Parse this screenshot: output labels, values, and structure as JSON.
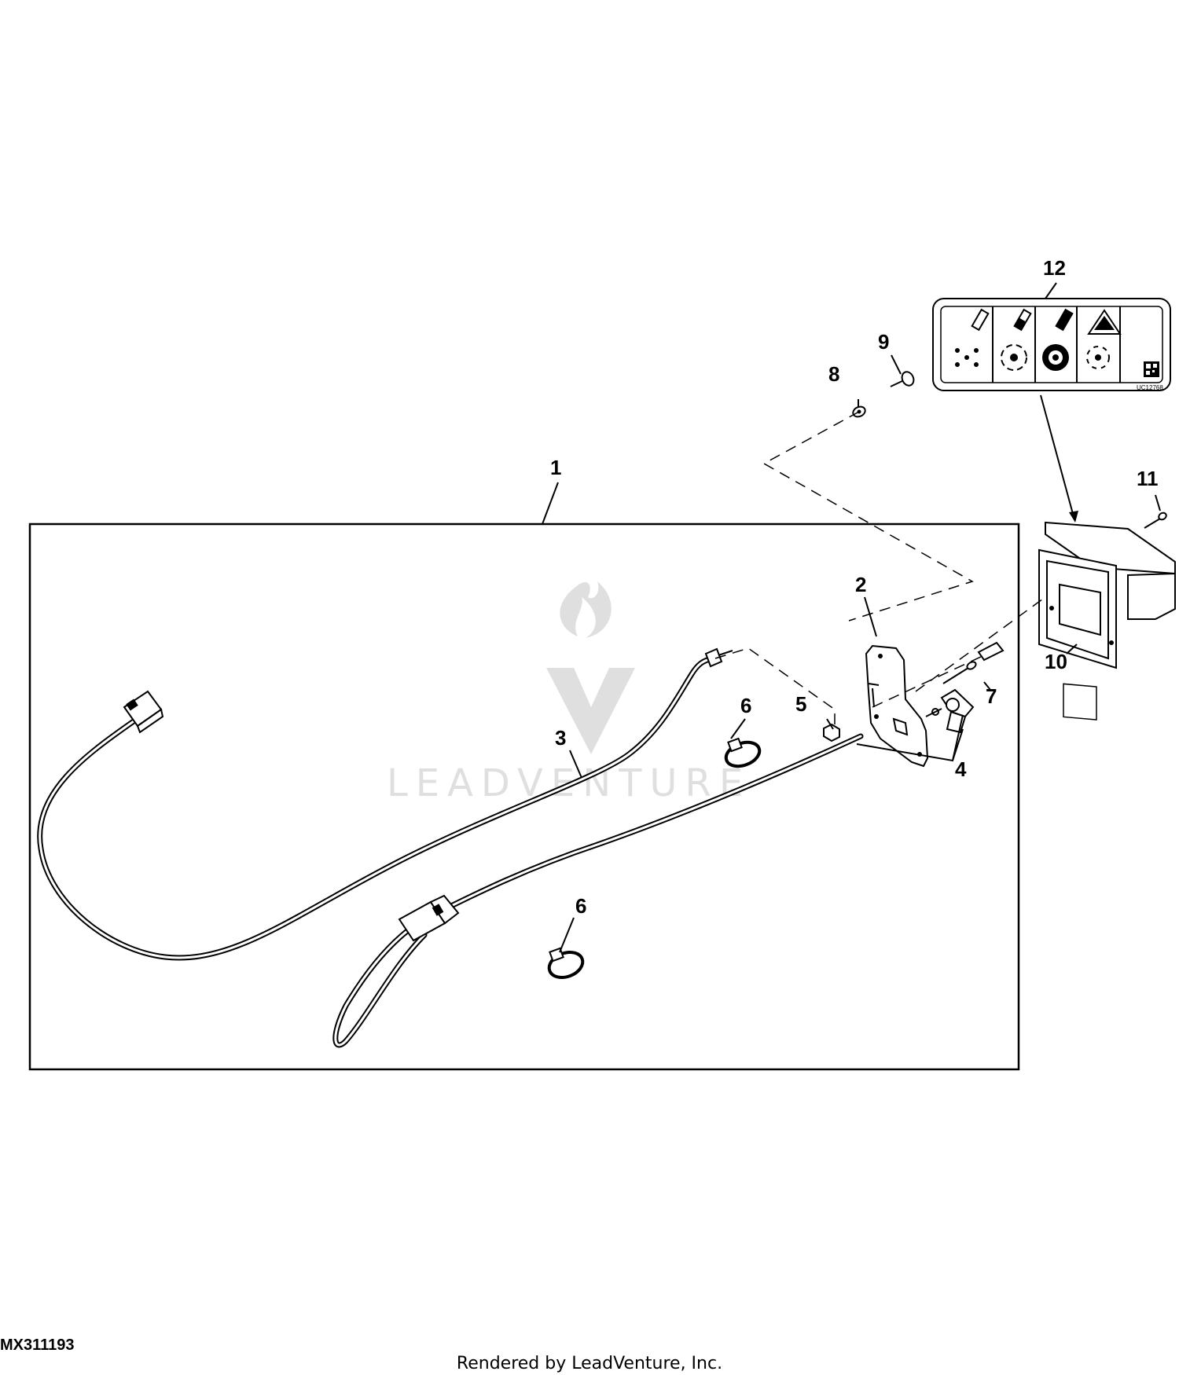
{
  "figure_id": "MX311193",
  "footer": "Rendered by LeadVenture, Inc.",
  "watermark": "LEADVENTURE",
  "decal_code": "UC12768",
  "callouts": {
    "c1": "1",
    "c2": "2",
    "c3": "3",
    "c4": "4",
    "c5": "5",
    "c6a": "6",
    "c6b": "6",
    "c7": "7",
    "c8": "8",
    "c9": "9",
    "c10": "10",
    "c11": "11",
    "c12": "12"
  }
}
